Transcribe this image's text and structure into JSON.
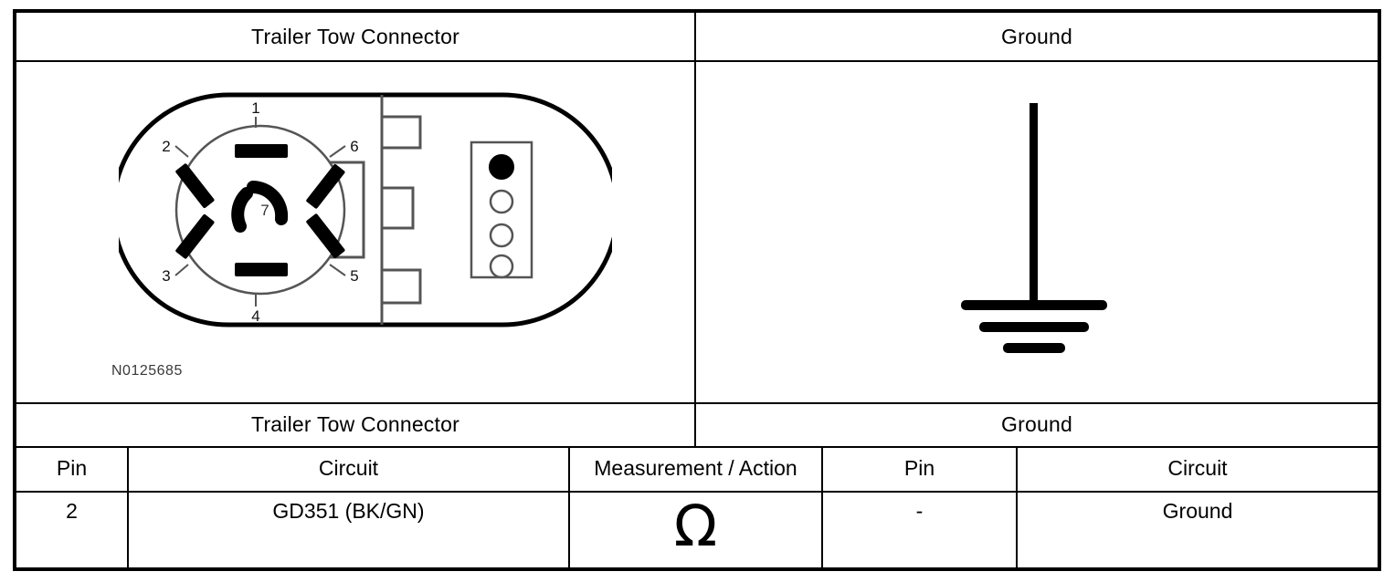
{
  "document": {
    "type": "wiring-diagram-test-table",
    "reference_number": "N0125685"
  },
  "top_headers": {
    "left": "Trailer Tow Connector",
    "right": "Ground"
  },
  "section_headers": {
    "left": "Trailer Tow Connector",
    "right": "Ground"
  },
  "table": {
    "columns": [
      "Pin",
      "Circuit",
      "Measurement / Action",
      "Pin",
      "Circuit"
    ],
    "rows": [
      {
        "pin_left": "2",
        "circuit_left": "GD351 (BK/GN)",
        "measurement": "Ω",
        "pin_right": "-",
        "circuit_right": "Ground"
      }
    ]
  },
  "connector_diagram": {
    "name": "7-way trailer tow connector face view",
    "pin_labels": [
      "1",
      "2",
      "3",
      "4",
      "5",
      "6",
      "7"
    ],
    "indicator_dots": [
      {
        "filled": true
      },
      {
        "filled": false
      },
      {
        "filled": false
      },
      {
        "filled": false
      }
    ]
  },
  "ground_symbol": {
    "name": "chassis-ground-symbol",
    "bars": 3
  },
  "colors": {
    "ink": "#000000",
    "paper": "#ffffff",
    "light_line": "#555555",
    "ref_text": "#3a3a3a"
  }
}
